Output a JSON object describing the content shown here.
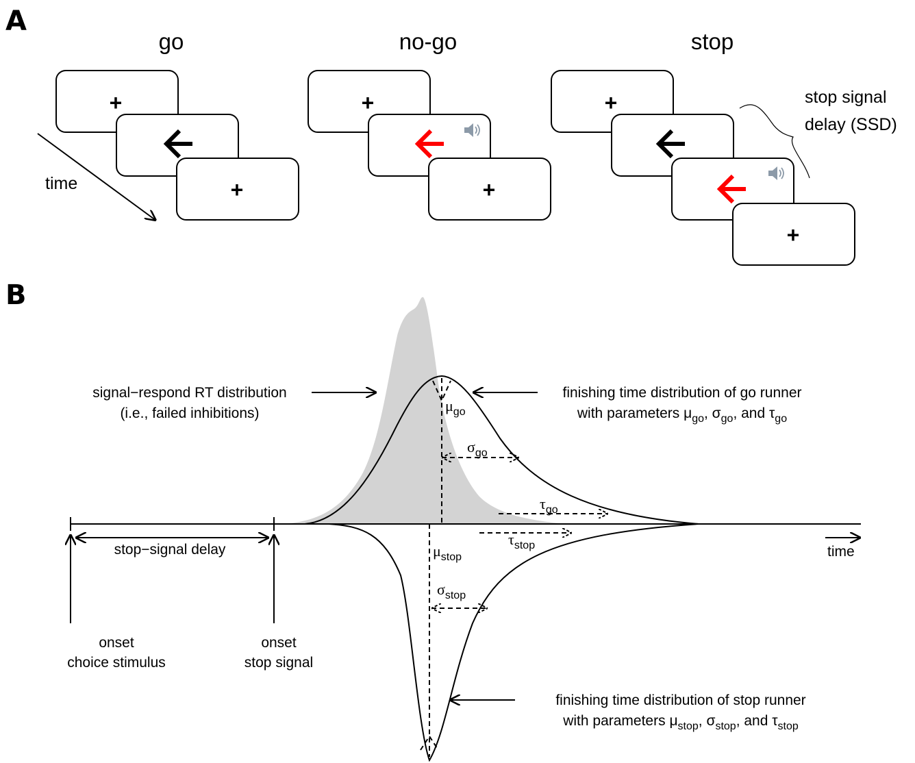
{
  "panel_a": {
    "letter": "A",
    "titles": {
      "go": "go",
      "nogo": "no-go",
      "stop": "stop"
    },
    "fixation": "+",
    "time_label": "time",
    "ssd_line1": "stop signal",
    "ssd_line2": "delay (SSD)",
    "colors": {
      "go_arrow": "#000000",
      "stop_arrow": "#ff0000",
      "speaker": "#8c9aa8"
    },
    "icons": [
      "left-arrow-icon",
      "speaker-icon"
    ]
  },
  "panel_b": {
    "letter": "B",
    "srrt_line1": "signal−respond RT distribution",
    "srrt_line2": "(i.e., failed inhibitions)",
    "go_dist_line1": "finishing time distribution of go runner",
    "go_dist_line2_a": "with parameters μ",
    "go_dist_line2_b": "go",
    "go_dist_line2_c": ", σ",
    "go_dist_line2_d": "go",
    "go_dist_line2_e": ", and τ",
    "go_dist_line2_f": "go",
    "stop_dist_line1": "finishing time distribution of stop runner",
    "stop_dist_line2_a": "with parameters μ",
    "stop_dist_line2_b": "stop",
    "stop_dist_line2_c": ", σ",
    "stop_dist_line2_d": "stop",
    "stop_dist_line2_e": ", and τ",
    "stop_dist_line2_f": "stop",
    "mu_go": "μ",
    "mu_go_sub": "go",
    "sigma_go": "σ",
    "sigma_go_sub": "go",
    "tau_go": "τ",
    "tau_go_sub": "go",
    "mu_stop": "μ",
    "mu_stop_sub": "stop",
    "sigma_stop": "σ",
    "sigma_stop_sub": "stop",
    "tau_stop": "τ",
    "tau_stop_sub": "stop",
    "ssd_label": "stop−signal delay",
    "time_label": "time",
    "onset1_line1": "onset",
    "onset1_line2": "choice stimulus",
    "onset2_line1": "onset",
    "onset2_line2": "stop signal",
    "colors": {
      "srrt_fill": "#d3d3d3"
    }
  }
}
